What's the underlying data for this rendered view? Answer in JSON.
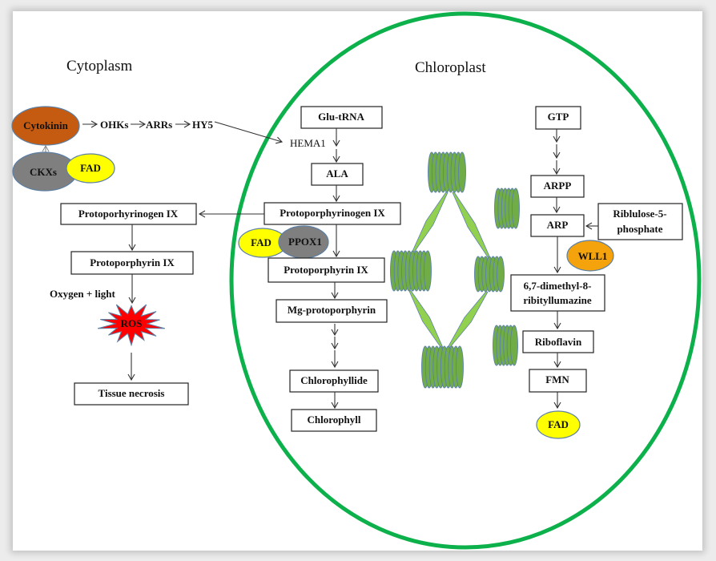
{
  "titles": {
    "cytoplasm": "Cytoplasm",
    "chloroplast": "Chloroplast"
  },
  "colors": {
    "membrane": "#0db14b",
    "cytokinin": "#c55a11",
    "ckx": "#7f7f7f",
    "fad": "#ffff00",
    "ppox": "#7f7f7f",
    "wll1": "#f4a30c",
    "ros": "#ff0000",
    "thylakoid": "#70ad47",
    "thylakoid_outline": "#5b80aa",
    "lamella": "#92d050"
  },
  "cytoplasm": {
    "cytokinin": "Cytokinin",
    "ckxs": "CKXs",
    "fad": "FAD",
    "signaling": [
      "OHKs",
      "ARRs",
      "HY5"
    ],
    "protoporphyrinogen": "Protoporhyrinogen IX",
    "protoporphyrin": "Protoporphyrin IX",
    "condition": "Oxygen + light",
    "ros": "ROS",
    "necrosis": "Tissue necrosis"
  },
  "chlorophyll_pathway": {
    "glu_trna": "Glu-tRNA",
    "hema1": "HEMA1",
    "ala": "ALA",
    "protoporphyrinogen": "Protoporphyrinogen IX",
    "fad": "FAD",
    "ppox1": "PPOX1",
    "protoporphyrin": "Protoporphyrin IX",
    "mg_protoporphyrin": "Mg-protoporphyrin",
    "chlorophyllide": "Chlorophyllide",
    "chlorophyll": "Chlorophyll"
  },
  "flavin_pathway": {
    "gtp": "GTP",
    "arpp": "ARPP",
    "arp": "ARP",
    "ribulose_line1": "Riblulose-5-",
    "ribulose_line2": "phosphate",
    "wll1": "WLL1",
    "lumazine_line1": "6,7-dimethyl-8-",
    "lumazine_line2": "ribityllumazine",
    "riboflavin": "Riboflavin",
    "fmn": "FMN",
    "fad": "FAD"
  }
}
